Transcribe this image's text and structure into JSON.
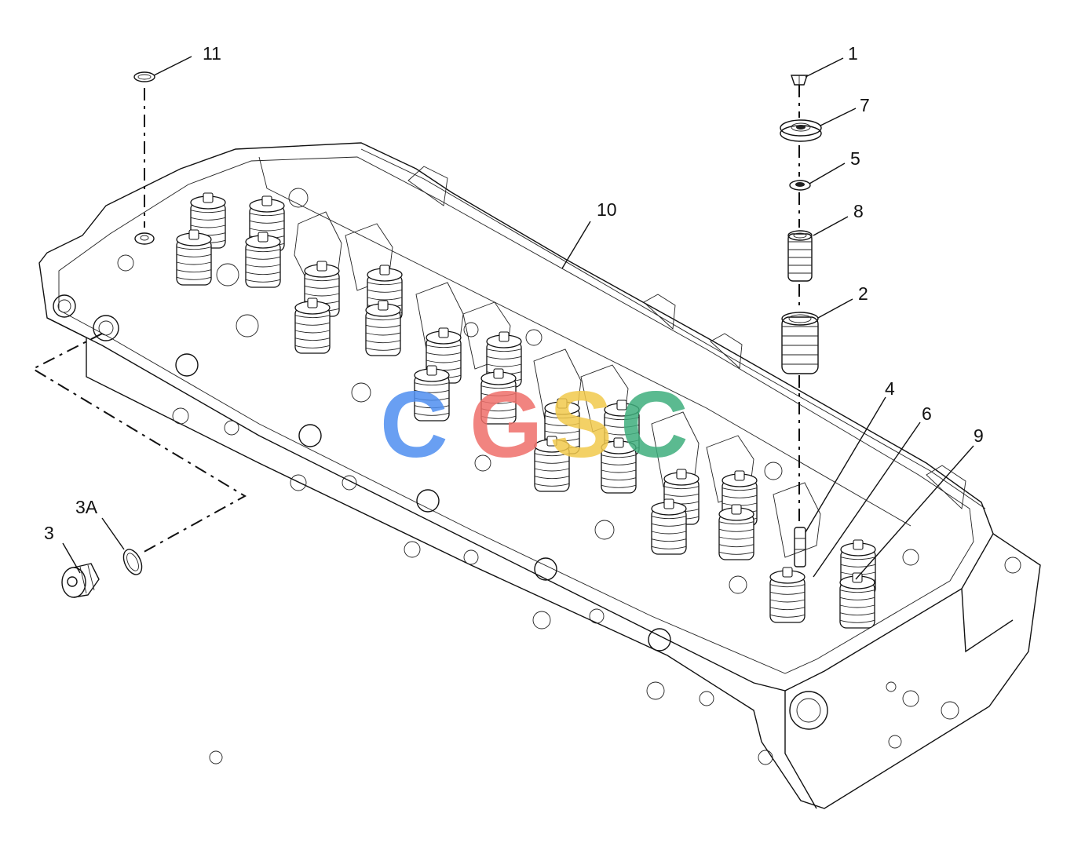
{
  "diagram": {
    "callouts": [
      {
        "id": "c11",
        "label": "11"
      },
      {
        "id": "c1",
        "label": "1"
      },
      {
        "id": "c7",
        "label": "7"
      },
      {
        "id": "c5",
        "label": "5"
      },
      {
        "id": "c8",
        "label": "8"
      },
      {
        "id": "c2",
        "label": "2"
      },
      {
        "id": "c10",
        "label": "10"
      },
      {
        "id": "c4",
        "label": "4"
      },
      {
        "id": "c6",
        "label": "6"
      },
      {
        "id": "c9",
        "label": "9"
      },
      {
        "id": "c3",
        "label": "3"
      },
      {
        "id": "c3a",
        "label": "3A"
      }
    ]
  },
  "watermark": {
    "letters": [
      {
        "char": "C",
        "color": "#4f8ff0"
      },
      {
        "char": "G",
        "color": "#ef6f6a"
      },
      {
        "char": "S",
        "color": "#f2c94c"
      },
      {
        "char": "C",
        "color": "#3fae7d"
      }
    ]
  }
}
